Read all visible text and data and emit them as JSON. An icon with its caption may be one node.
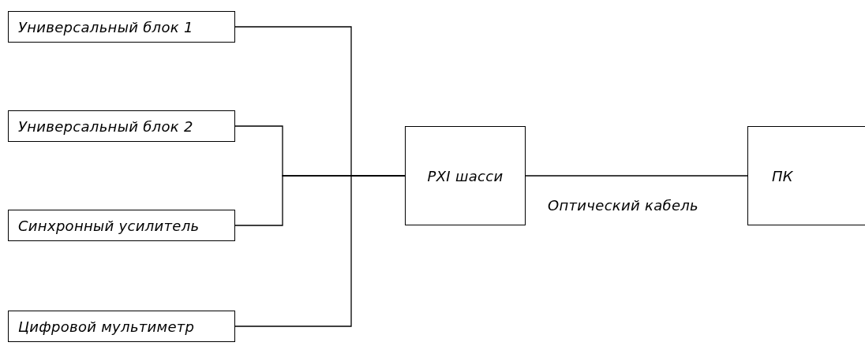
{
  "diagram": {
    "nodes": [
      {
        "text": [
          "Универсальный блок 1"
        ]
      },
      {
        "text": [
          "Универсальный блок 2"
        ]
      },
      {
        "text": [
          "Синхронный усилитель"
        ]
      },
      {
        "text": [
          "Цифровой мультиметр"
        ]
      },
      {
        "text": [
          "PXI шасси"
        ]
      },
      {
        "text": [
          "ПК"
        ]
      }
    ],
    "edges": [
      {
        "from": 0,
        "to": 4,
        "arrow": "none"
      },
      {
        "from": 1,
        "to": 4,
        "arrow": "none"
      },
      {
        "from": 2,
        "to": 4,
        "arrow": "none"
      },
      {
        "from": 3,
        "to": 4,
        "arrow": "none"
      },
      {
        "from": 4,
        "to": 5,
        "arrow": "none",
        "label": "Оптический кабель"
      }
    ]
  }
}
